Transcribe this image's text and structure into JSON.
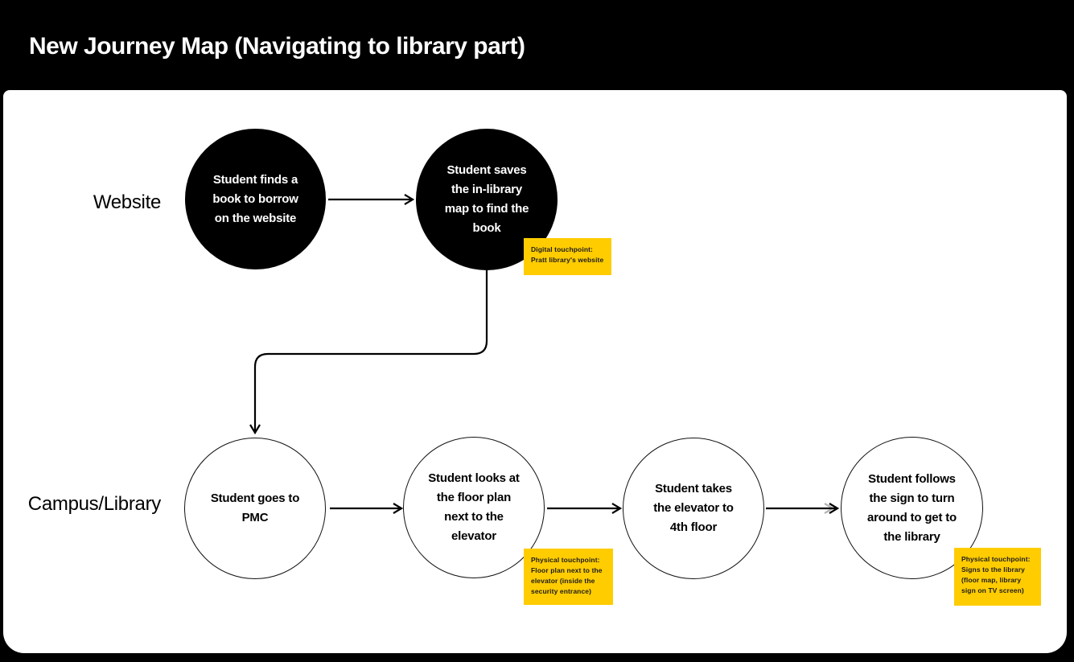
{
  "header": {
    "title": "New Journey Map (Navigating to library part)"
  },
  "lanes": [
    {
      "label": "Website"
    },
    {
      "label": "Campus/Library"
    }
  ],
  "website_lane": {
    "steps": [
      {
        "id": "find-book",
        "text": "Student finds a\nbook to borrow\non the website"
      },
      {
        "id": "save-map",
        "text": "Student saves\nthe in-library\nmap to find the\nbook"
      }
    ],
    "note": {
      "text": "Digital touchpoint:\nPratt library's website"
    }
  },
  "campus_lane": {
    "steps": [
      {
        "id": "go-pmc",
        "text": "Student goes to\nPMC"
      },
      {
        "id": "floor-plan",
        "text": "Student looks at\nthe floor plan\nnext to the\nelevator"
      },
      {
        "id": "elevator",
        "text": "Student takes\nthe elevator to\n4th floor"
      },
      {
        "id": "follow-sign",
        "text": "Student follows\nthe sign to turn\naround to get to\nthe library"
      }
    ],
    "notes": [
      {
        "text": "Physical touchpoint:\nFloor plan next to the\nelevator (inside the\nsecurity entrance)"
      },
      {
        "text": "Physical touchpoint:\nSigns to the library\n(floor map, library\nsign on TV screen)"
      }
    ]
  },
  "colors": {
    "sticky_yellow": "#FFCC00",
    "node_fill_black": "#000000",
    "panel_white": "#FFFFFF",
    "line_black": "#000000"
  }
}
